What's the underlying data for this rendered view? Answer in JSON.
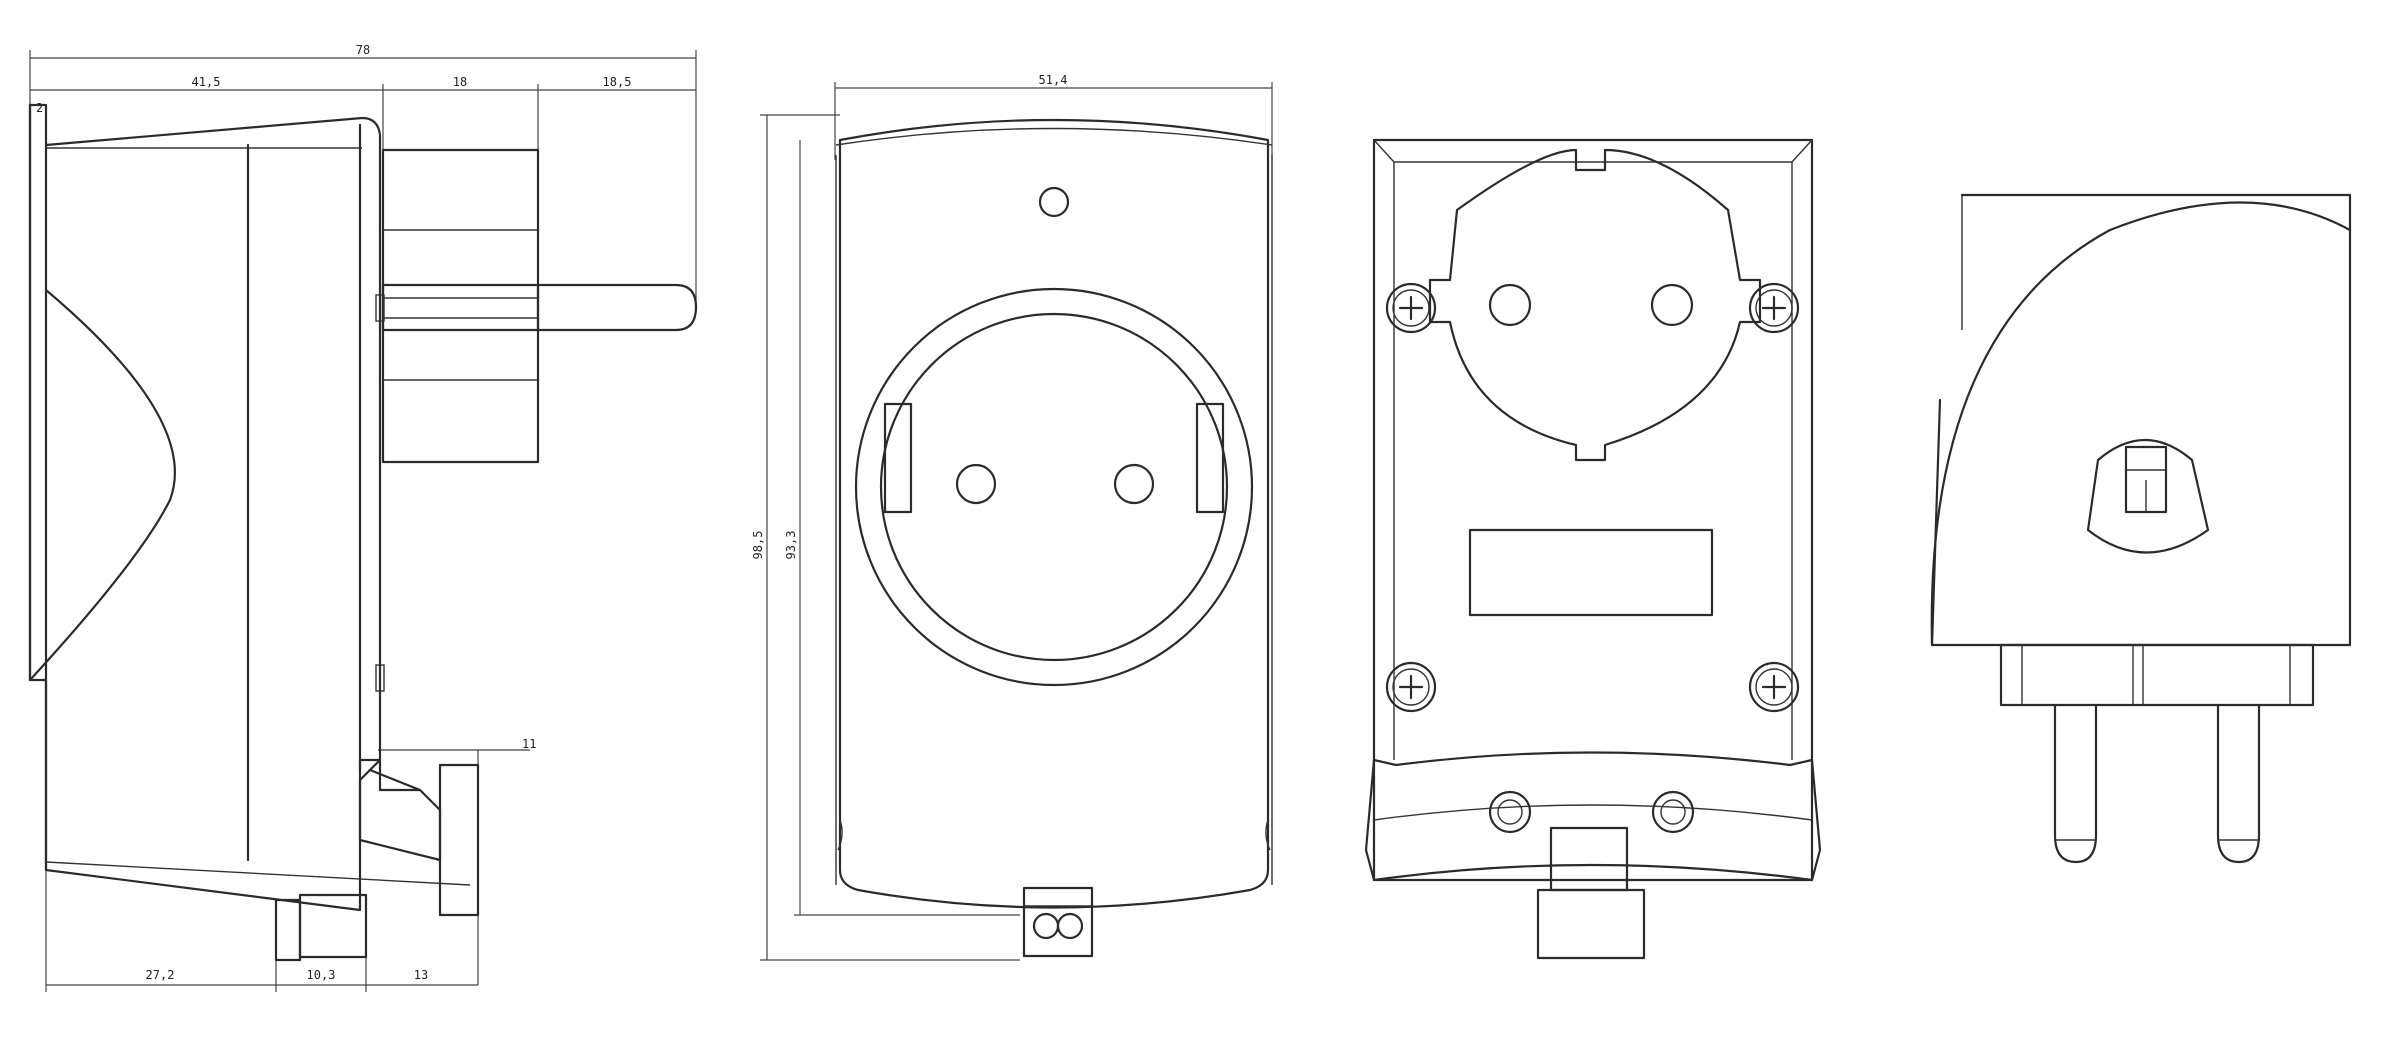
{
  "colors": {
    "line": "#2b2b2b",
    "background": "#ffffff"
  },
  "dimensions": {
    "overall_length": "78",
    "housing_depth": "41,5",
    "plug_collar": "18",
    "pin_length": "18,5",
    "front_lip": "2",
    "terminal_offset": "11",
    "bottom_a": "27,2",
    "bottom_b": "10,3",
    "bottom_c": "13",
    "front_width": "51,4",
    "front_height": "98,5",
    "front_inner_height": "93,3"
  }
}
